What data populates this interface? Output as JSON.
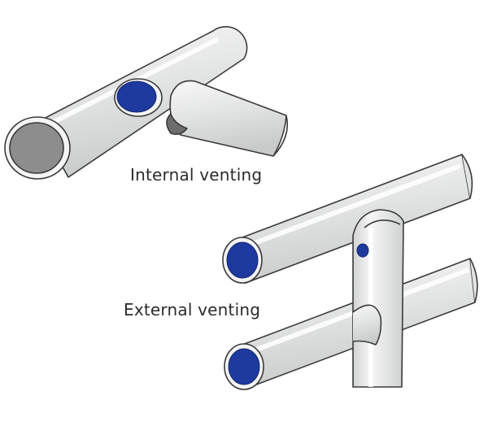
{
  "labels": {
    "internal_venting": "Internal venting",
    "external_venting": "External venting"
  },
  "colors": {
    "pipe_fill": "#e2e3e3",
    "pipe_highlight": "#f7f7f7",
    "pipe_outline": "#3a3a3a",
    "pipe_end_dark": "#8d8d8d",
    "vent_blue": "#1e3a9e",
    "background": "#ffffff"
  },
  "icons": [
    "pipe-tee-internal-vent",
    "pipe-frame-external-vent"
  ]
}
